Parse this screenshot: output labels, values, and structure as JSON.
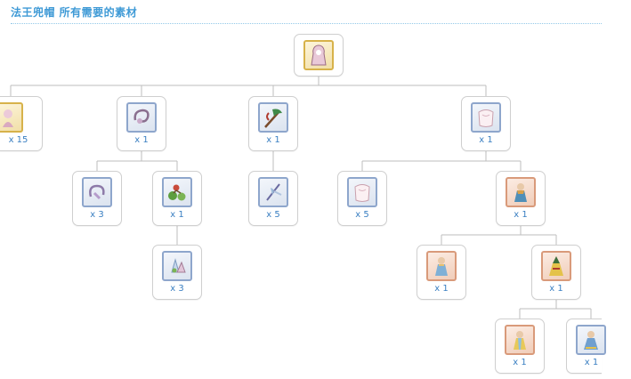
{
  "page": {
    "title": "法王兜帽 所有需要的素材"
  },
  "colors": {
    "title": "#3f9ad6",
    "count_text": "#3a7fc2",
    "connector": "#bdbdbd",
    "node_border": "#cfcfcf"
  },
  "tree": {
    "root": {
      "icon": "hooded-robe-icon",
      "count": ""
    },
    "nodes": [
      {
        "id": "n1",
        "icon": "pink-figurine-icon",
        "count": "x 15"
      },
      {
        "id": "n2",
        "icon": "coiled-scroll-icon",
        "count": "x 1"
      },
      {
        "id": "n3",
        "icon": "ribbon-bow-icon",
        "count": "x 3"
      },
      {
        "id": "n4",
        "icon": "green-orbs-icon",
        "count": "x 1"
      },
      {
        "id": "n5",
        "icon": "crystal-cluster-icon",
        "count": "x 3"
      },
      {
        "id": "n6",
        "icon": "feathered-staff-icon",
        "count": "x 1"
      },
      {
        "id": "n7",
        "icon": "feather-shard-icon",
        "count": "x 5"
      },
      {
        "id": "n8",
        "icon": "white-cloth-icon",
        "count": "x 1"
      },
      {
        "id": "n9",
        "icon": "white-cloth-icon",
        "count": "x 5"
      },
      {
        "id": "n10",
        "icon": "blue-robe-icon",
        "count": "x 1"
      },
      {
        "id": "n11",
        "icon": "blue-garment-icon",
        "count": "x 1"
      },
      {
        "id": "n12",
        "icon": "yellow-robe-icon",
        "count": "x 1"
      },
      {
        "id": "n13",
        "icon": "golden-garment-icon",
        "count": "x 1"
      },
      {
        "id": "n14",
        "icon": "blue-cape-icon",
        "count": "x 1"
      }
    ]
  }
}
